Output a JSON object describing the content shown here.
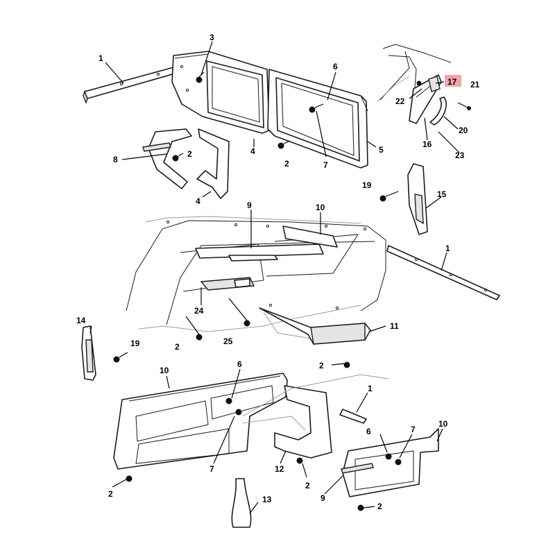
{
  "callouts": [
    {
      "id": "c1a",
      "label": "1"
    },
    {
      "id": "c3",
      "label": "3"
    },
    {
      "id": "c6a",
      "label": "6"
    },
    {
      "id": "c4a",
      "label": "4"
    },
    {
      "id": "c5",
      "label": "5"
    },
    {
      "id": "c2a",
      "label": "2"
    },
    {
      "id": "c7a",
      "label": "7"
    },
    {
      "id": "c8",
      "label": "8"
    },
    {
      "id": "c2b",
      "label": "2"
    },
    {
      "id": "c4b",
      "label": "4"
    },
    {
      "id": "c17",
      "label": "17",
      "highlight": "#f4a6a6"
    },
    {
      "id": "c21",
      "label": "21"
    },
    {
      "id": "c22",
      "label": "22"
    },
    {
      "id": "c20",
      "label": "20"
    },
    {
      "id": "c16",
      "label": "16"
    },
    {
      "id": "c23",
      "label": "23"
    },
    {
      "id": "c19a",
      "label": "19"
    },
    {
      "id": "c15",
      "label": "15"
    },
    {
      "id": "c9a",
      "label": "9"
    },
    {
      "id": "c10a",
      "label": "10"
    },
    {
      "id": "c1b",
      "label": "1"
    },
    {
      "id": "c24",
      "label": "24"
    },
    {
      "id": "c11",
      "label": "11"
    },
    {
      "id": "c25",
      "label": "25"
    },
    {
      "id": "c2c",
      "label": "2"
    },
    {
      "id": "c14",
      "label": "14"
    },
    {
      "id": "c19b",
      "label": "19"
    },
    {
      "id": "c2d",
      "label": "2"
    },
    {
      "id": "c10b",
      "label": "10"
    },
    {
      "id": "c6b",
      "label": "6"
    },
    {
      "id": "c1c",
      "label": "1"
    },
    {
      "id": "c7b",
      "label": "7"
    },
    {
      "id": "c6c",
      "label": "6"
    },
    {
      "id": "c7c",
      "label": "7"
    },
    {
      "id": "c10c",
      "label": "10"
    },
    {
      "id": "c2e",
      "label": "2"
    },
    {
      "id": "c12",
      "label": "12"
    },
    {
      "id": "c2f",
      "label": "2"
    },
    {
      "id": "c9b",
      "label": "9"
    },
    {
      "id": "c13",
      "label": "13"
    },
    {
      "id": "c2g",
      "label": "2"
    }
  ],
  "colors": {
    "line": "#1a1a1a",
    "highlight": "#f4a6a6"
  }
}
